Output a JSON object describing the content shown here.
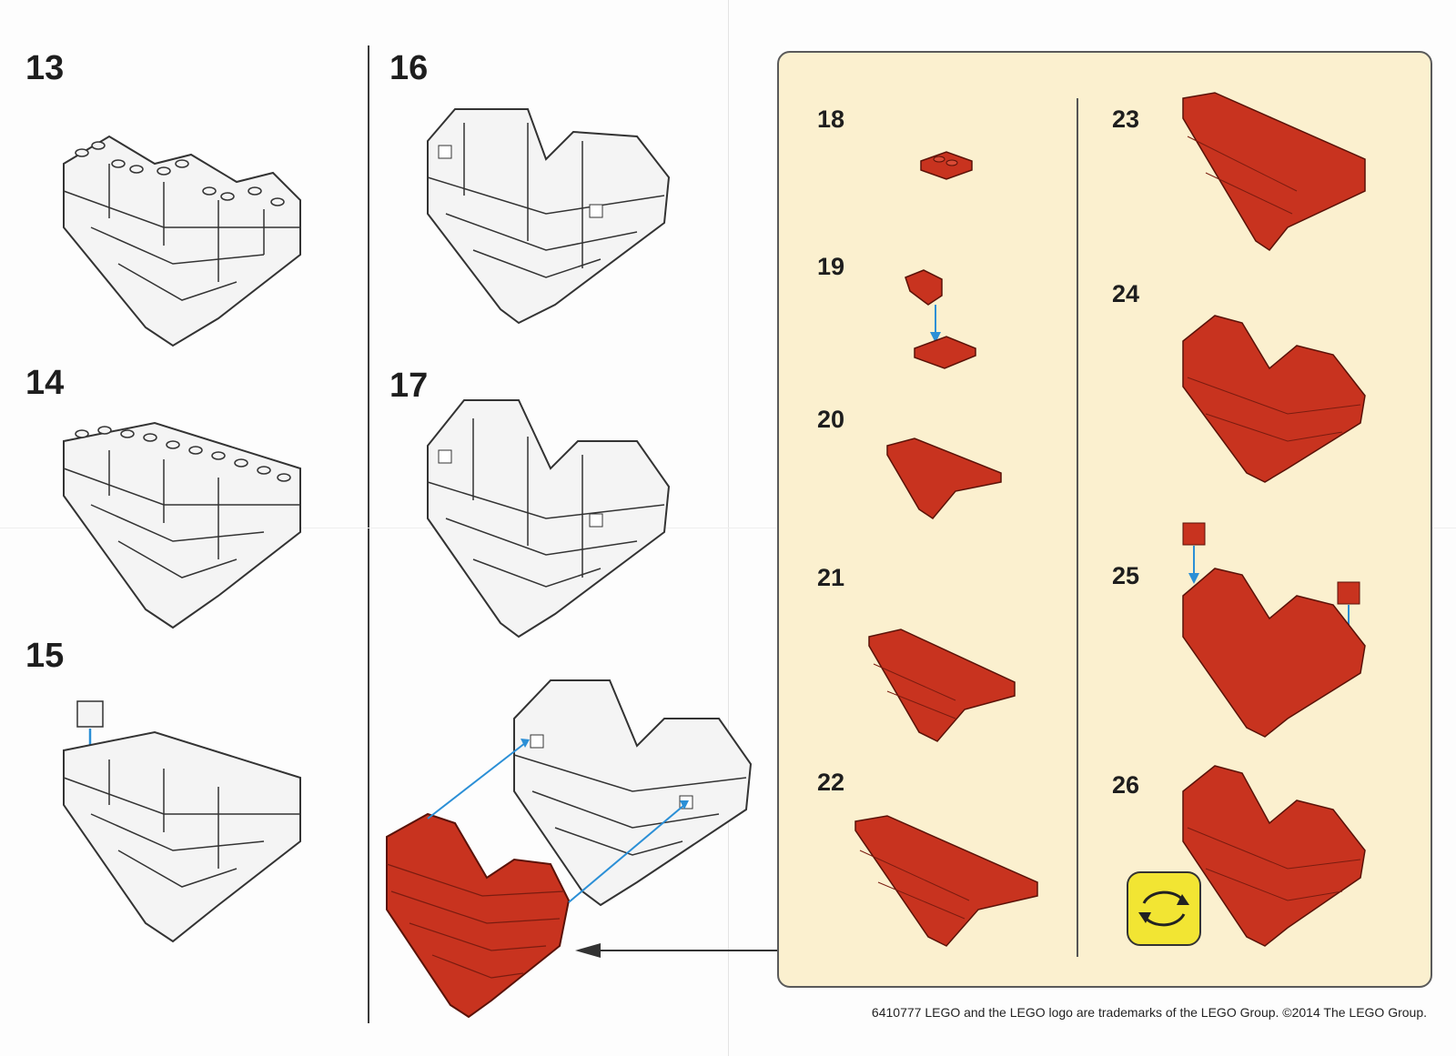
{
  "steps": {
    "s13": "13",
    "s14": "14",
    "s15": "15",
    "s16": "16",
    "s17": "17",
    "s18": "18",
    "s19": "19",
    "s20": "20",
    "s21": "21",
    "s22": "22",
    "s23": "23",
    "s24": "24",
    "s25": "25",
    "s26": "26"
  },
  "footer": {
    "text": "6410777 LEGO and the LEGO logo are trademarks of the LEGO Group. ©2014 The LEGO Group."
  },
  "icons": {
    "rotate": "rotate-model-icon",
    "arrow": "placement-arrow-icon"
  },
  "colors": {
    "red_brick": "#c8331f",
    "red_shade": "#9c2416",
    "white_brick": "#f4f4f4",
    "arrow_blue": "#2b8fd6",
    "panel_bg": "#fbf0cf",
    "rotate_bg": "#f2e533"
  }
}
